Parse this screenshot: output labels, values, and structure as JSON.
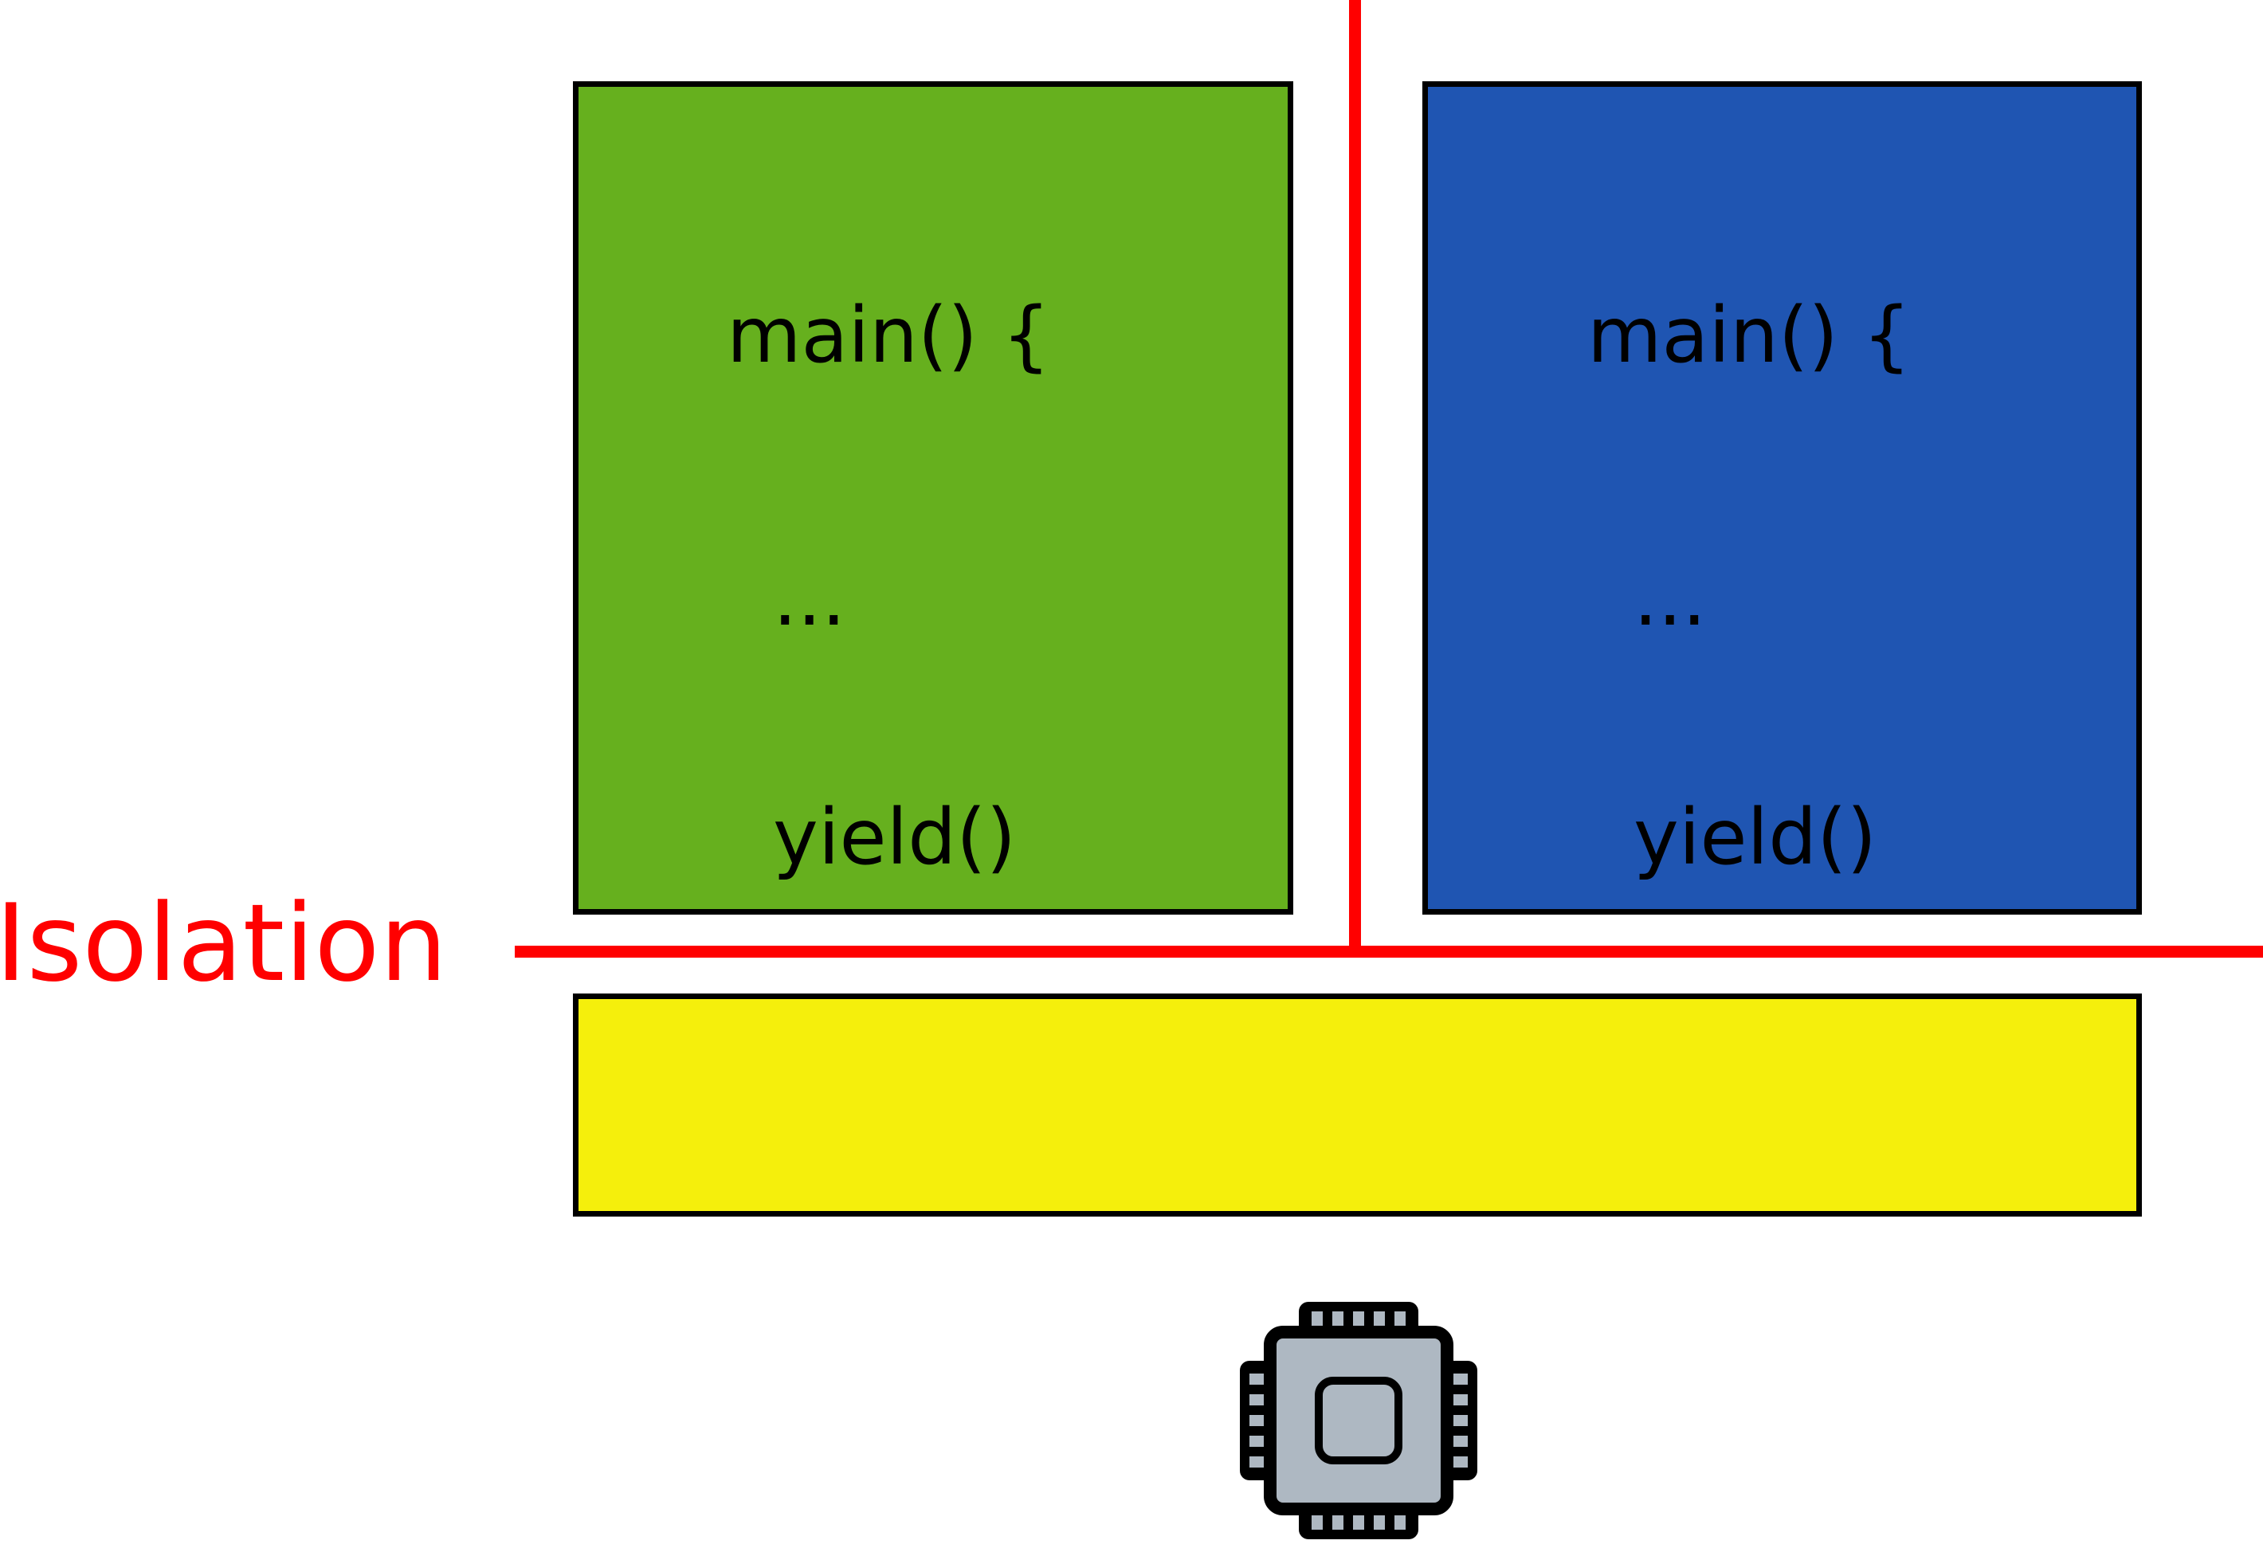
{
  "diagram": {
    "title": "Isolation",
    "colors": {
      "task_green": "#66B01E",
      "task_blue": "#1F55B2",
      "scheduler_yellow": "#F5EF0C",
      "isolation_red": "#FF0000",
      "outline_black": "#000000",
      "chip_gray": "#AEB8C2"
    },
    "isolation": {
      "label": "Isolation"
    },
    "tasks": [
      {
        "id": "task-green",
        "color": "#66B01E",
        "code_lines": [
          "main() {",
          "...",
          "yield()",
          "}"
        ]
      },
      {
        "id": "task-blue",
        "color": "#1F55B2",
        "code_lines": [
          "main() {",
          "...",
          "yield()",
          "}"
        ]
      }
    ],
    "scheduler": {
      "label": "",
      "color": "#F5EF0C"
    },
    "hardware": {
      "icon": "cpu-chip-icon",
      "label": ""
    }
  }
}
